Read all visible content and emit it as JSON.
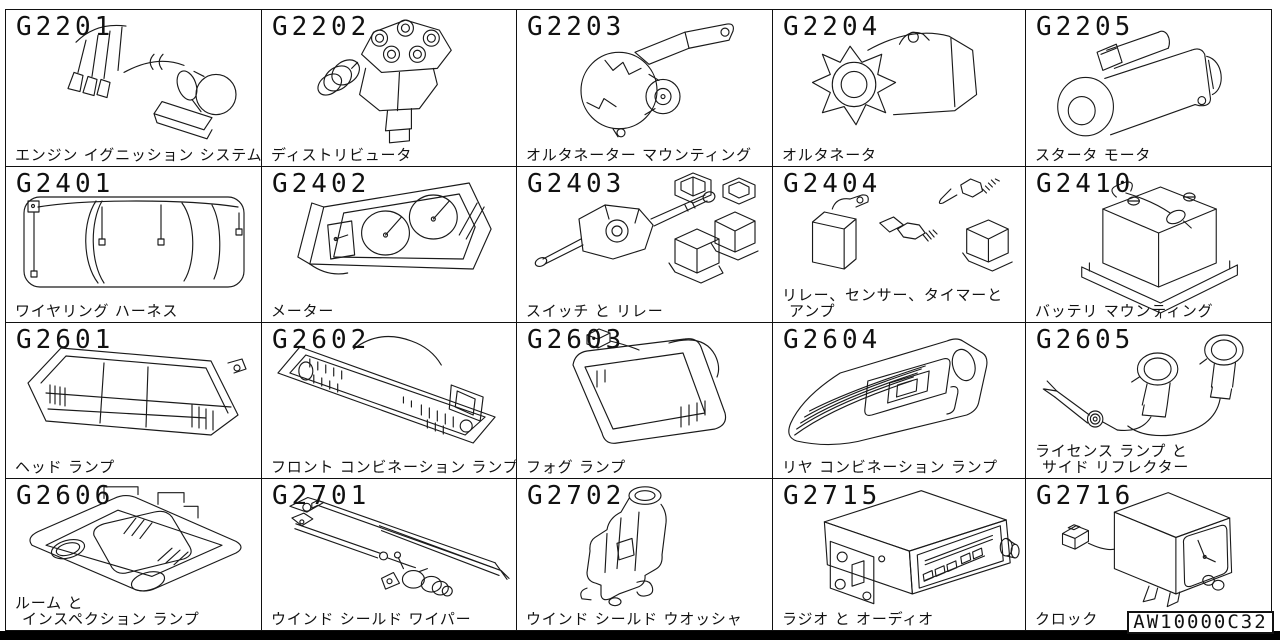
{
  "sheet": {
    "drawing_number": "AW10000C32",
    "line_color": "#1a1a1a",
    "background_color": "#ffffff",
    "grid": {
      "columns": 5,
      "rows": 4
    }
  },
  "cells": [
    {
      "code": "G2201",
      "caption_line1": "エンジン イグニッション システム",
      "caption_line2": "",
      "icon": "ignition-system"
    },
    {
      "code": "G2202",
      "caption_line1": "ディストリビュータ",
      "caption_line2": "",
      "icon": "distributor"
    },
    {
      "code": "G2203",
      "caption_line1": "オルタネーター マウンティング",
      "caption_line2": "",
      "icon": "alternator-mounting"
    },
    {
      "code": "G2204",
      "caption_line1": "オルタネータ",
      "caption_line2": "",
      "icon": "alternator"
    },
    {
      "code": "G2205",
      "caption_line1": "スタータ モータ",
      "caption_line2": "",
      "icon": "starter-motor"
    },
    {
      "code": "G2401",
      "caption_line1": "ワイヤリング ハーネス",
      "caption_line2": "",
      "icon": "wiring-harness"
    },
    {
      "code": "G2402",
      "caption_line1": "メーター",
      "caption_line2": "",
      "icon": "meter"
    },
    {
      "code": "G2403",
      "caption_line1": "スイッチ と リレー",
      "caption_line2": "",
      "icon": "switch-and-relay"
    },
    {
      "code": "G2404",
      "caption_line1": "リレー、センサー、タイマーと",
      "caption_line2": "アンプ",
      "icon": "relay-sensor-timer-amp"
    },
    {
      "code": "G2410",
      "caption_line1": "バッテリ マウンティング",
      "caption_line2": "",
      "icon": "battery-mounting"
    },
    {
      "code": "G2601",
      "caption_line1": "ヘッド ランプ",
      "caption_line2": "",
      "icon": "head-lamp"
    },
    {
      "code": "G2602",
      "caption_line1": "フロント コンビネーション ランプ",
      "caption_line2": "",
      "icon": "front-combination-lamp"
    },
    {
      "code": "G2603",
      "caption_line1": "フォグ ランプ",
      "caption_line2": "",
      "icon": "fog-lamp"
    },
    {
      "code": "G2604",
      "caption_line1": "リヤ コンビネーション ランプ",
      "caption_line2": "",
      "icon": "rear-combination-lamp"
    },
    {
      "code": "G2605",
      "caption_line1": "ライセンス ランプ と",
      "caption_line2": "サイド リフレクター",
      "icon": "license-lamp-side-reflector"
    },
    {
      "code": "G2606",
      "caption_line1": "ルーム と",
      "caption_line2": "インスペクション ランプ",
      "icon": "room-inspection-lamp"
    },
    {
      "code": "G2701",
      "caption_line1": "ウインド シールド ワイパー",
      "caption_line2": "",
      "icon": "windshield-wiper"
    },
    {
      "code": "G2702",
      "caption_line1": "ウインド シールド ウオッシャ",
      "caption_line2": "",
      "icon": "windshield-washer"
    },
    {
      "code": "G2715",
      "caption_line1": "ラジオ と オーディオ",
      "caption_line2": "",
      "icon": "radio-and-audio"
    },
    {
      "code": "G2716",
      "caption_line1": "クロック",
      "caption_line2": "",
      "icon": "clock"
    }
  ]
}
